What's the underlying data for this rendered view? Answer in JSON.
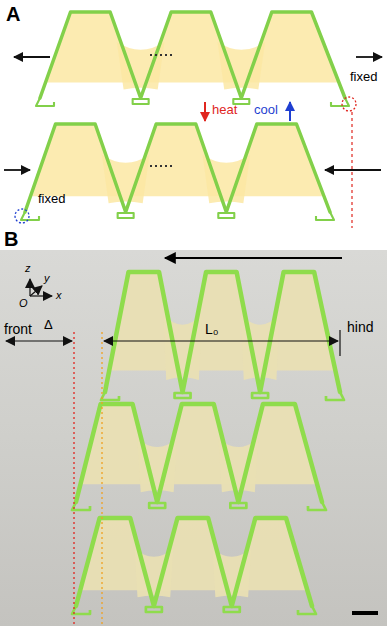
{
  "diagram": {
    "labels": [
      "A",
      "heat",
      "cool",
      "fixed",
      "fixed",
      "B",
      "z",
      "y",
      "x",
      "O",
      "front",
      "Δ",
      "L₀",
      "hind"
    ]
  }
}
